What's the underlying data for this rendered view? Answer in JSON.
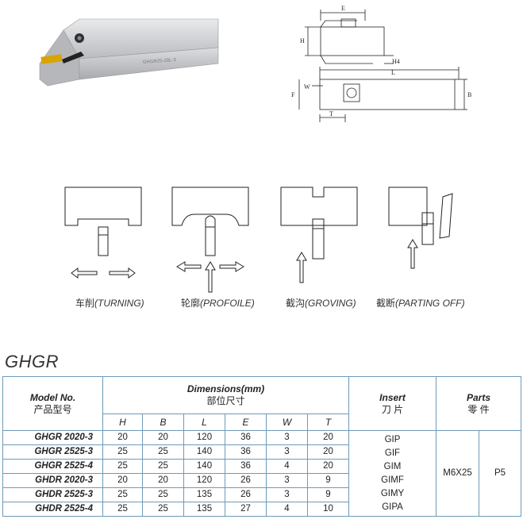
{
  "photo": {
    "engraving": "GHGR25-20L-3"
  },
  "drawing_labels": {
    "E": "E",
    "H": "H",
    "H4": "H4",
    "L": "L",
    "B": "B",
    "F": "F",
    "W": "W",
    "T": "T"
  },
  "operations": [
    {
      "cn": "车削",
      "en": "(TURNING)"
    },
    {
      "cn": "轮廓",
      "en": "(PROFOILE)"
    },
    {
      "cn": "截沟",
      "en": "(GROVING)"
    },
    {
      "cn": "截断",
      "en": "(PARTING OFF)"
    }
  ],
  "series_title": "GHGR",
  "table": {
    "model_header": {
      "en": "Model No.",
      "cn": "产品型号"
    },
    "dimensions_header": {
      "en": "Dimensions(mm)",
      "cn": "部位尺寸"
    },
    "insert_header": {
      "en": "Insert",
      "cn": "刀 片"
    },
    "parts_header": {
      "en": "Parts",
      "cn": "零 件"
    },
    "columns": [
      "H",
      "B",
      "L",
      "E",
      "W",
      "T"
    ],
    "rows": [
      {
        "model": "GHGR 2020-3",
        "H": "20",
        "B": "20",
        "L": "120",
        "E": "36",
        "W": "3",
        "T": "20"
      },
      {
        "model": "GHGR 2525-3",
        "H": "25",
        "B": "25",
        "L": "140",
        "E": "36",
        "W": "3",
        "T": "20"
      },
      {
        "model": "GHGR 2525-4",
        "H": "25",
        "B": "25",
        "L": "140",
        "E": "36",
        "W": "4",
        "T": "20"
      },
      {
        "model": "GHDR 2020-3",
        "H": "20",
        "B": "20",
        "L": "120",
        "E": "26",
        "W": "3",
        "T": "9"
      },
      {
        "model": "GHDR 2525-3",
        "H": "25",
        "B": "25",
        "L": "135",
        "E": "26",
        "W": "3",
        "T": "9"
      },
      {
        "model": "GHDR 2525-4",
        "H": "25",
        "B": "25",
        "L": "135",
        "E": "27",
        "W": "4",
        "T": "10"
      }
    ],
    "inserts": [
      "GIP",
      "GIF",
      "GIM",
      "GIMF",
      "GIMY",
      "GIPA"
    ],
    "parts": [
      "M6X25",
      "P5"
    ]
  }
}
